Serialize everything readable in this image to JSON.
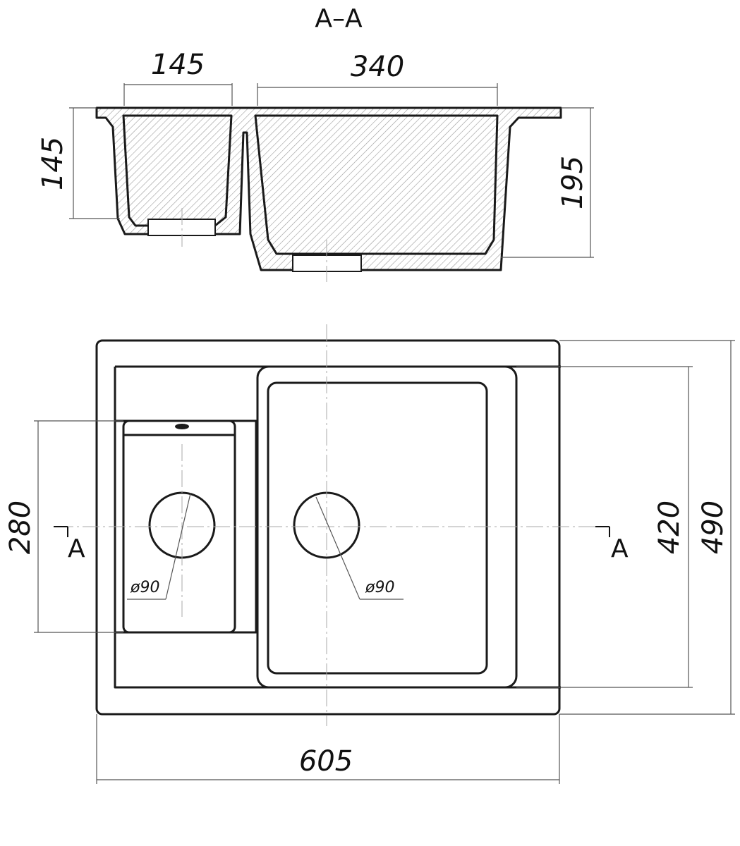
{
  "section": {
    "title": "A–A",
    "marker_left": "A",
    "marker_right": "A"
  },
  "dimensions": {
    "small_bowl_width": "145",
    "large_bowl_width": "340",
    "small_bowl_depth": "145",
    "large_bowl_depth": "195",
    "small_bowl_length": "280",
    "large_bowl_length": "420",
    "total_depth": "490",
    "total_width": "605",
    "drain_small": "ø90",
    "drain_large": "ø90"
  },
  "colors": {
    "line": "#1a1a1a",
    "hatch": "#9a9a9a",
    "background": "#ffffff"
  }
}
